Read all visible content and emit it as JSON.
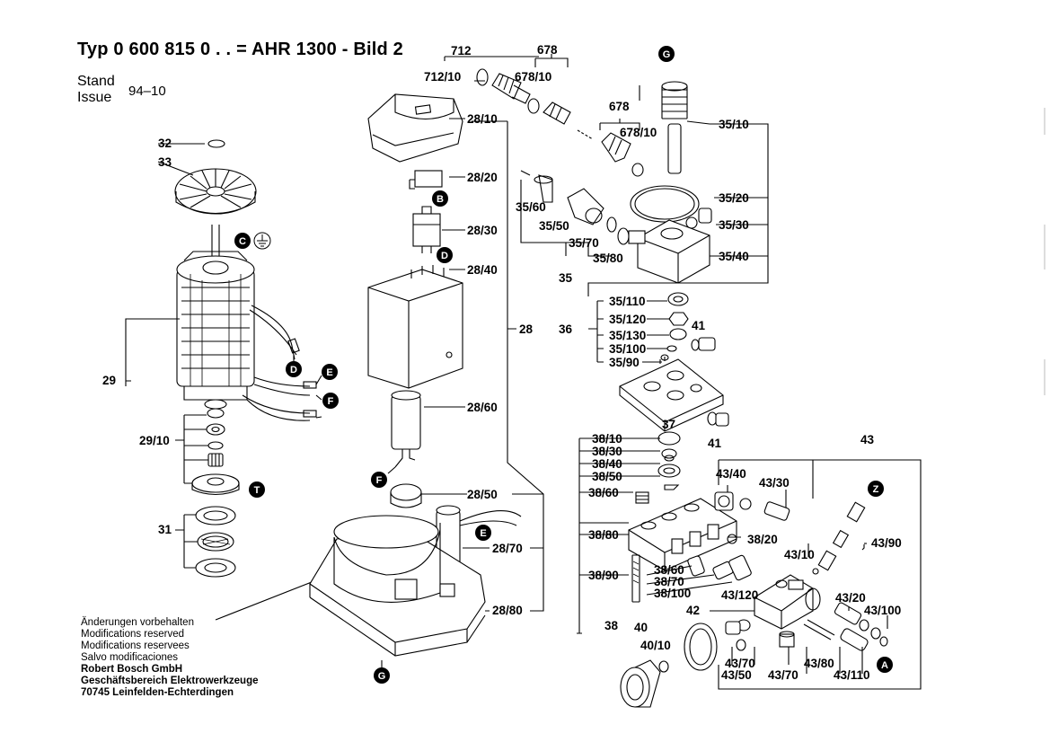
{
  "header": {
    "title": "Typ 0 600 815 0 . . = AHR 1300 - Bild 2",
    "stand": "Stand",
    "issue": "Issue",
    "date": "94–10"
  },
  "footer": {
    "notes": [
      "Änderungen vorbehalten",
      "Modifications reserved",
      "Modifications reservees",
      "Salvo modificaciones"
    ],
    "company": [
      "Robert Bosch GmbH",
      "Geschäftsbereich Elektrowerkzeuge",
      "70745 Leinfelden-Echterdingen"
    ]
  },
  "callouts": {
    "A": "A",
    "B": "B",
    "C": "C",
    "D": "D",
    "E": "E",
    "F": "F",
    "G": "G",
    "T": "T",
    "Z": "Z"
  },
  "parts": {
    "p32": "32",
    "p33": "33",
    "p29": "29",
    "p29_10": "29/10",
    "p31": "31",
    "p712": "712",
    "p712_10": "712/10",
    "p678": "678",
    "p678_10": "678/10",
    "p678b": "678",
    "p678_10b": "678/10",
    "p28_10": "28/10",
    "p28_20": "28/20",
    "p28_30": "28/30",
    "p28_40": "28/40",
    "p28": "28",
    "p28_60": "28/60",
    "p28_50": "28/50",
    "p28_70": "28/70",
    "p28_80": "28/80",
    "p35_10": "35/10",
    "p35_20": "35/20",
    "p35_30": "35/30",
    "p35_40": "35/40",
    "p35_60": "35/60",
    "p35_50": "35/50",
    "p35_70": "35/70",
    "p35_80": "35/80",
    "p35": "35",
    "p35_110": "35/110",
    "p35_120": "35/120",
    "p35_130": "35/130",
    "p35_100": "35/100",
    "p35_90": "35/90",
    "p36": "36",
    "p41": "41",
    "p41b": "41",
    "p37": "37",
    "p38_10": "38/10",
    "p38_30": "38/30",
    "p38_40": "38/40",
    "p38_50": "38/50",
    "p38_60": "38/60",
    "p38_80": "38/80",
    "p38_20": "38/20",
    "p38_90": "38/90",
    "p38_60b": "38/60",
    "p38_70": "38/70",
    "p38_100": "38/100",
    "p38": "38",
    "p43": "43",
    "p43_40": "43/40",
    "p43_30": "43/30",
    "p43_10": "43/10",
    "p43_90": "43/90",
    "p43_120": "43/120",
    "p43_20": "43/20",
    "p43_100": "43/100",
    "p42": "42",
    "p40": "40",
    "p40_10": "40/10",
    "p43_70": "43/70",
    "p43_50": "43/50",
    "p43_70b": "43/70",
    "p43_80": "43/80",
    "p43_110": "43/110"
  }
}
